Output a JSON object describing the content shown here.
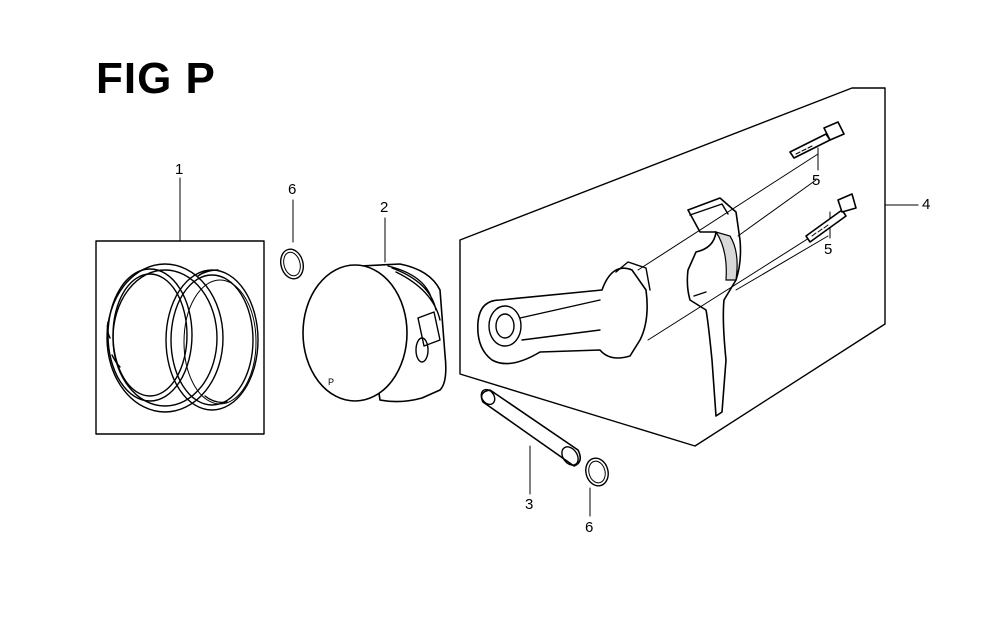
{
  "title": "FIG P",
  "callouts": {
    "rings": "1",
    "piston": "2",
    "pin": "3",
    "rod_assembly": "4",
    "bolt_upper": "5",
    "bolt_lower": "5",
    "clip_upper": "6",
    "clip_lower": "6"
  }
}
